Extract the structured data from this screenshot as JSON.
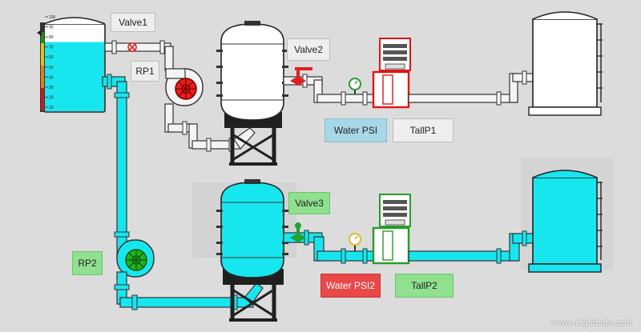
{
  "scale": {
    "ticks": [
      "100",
      "90",
      "80",
      "70",
      "60",
      "50",
      "40",
      "30",
      "20",
      "10"
    ],
    "level_percent": 80
  },
  "labels": {
    "valve1": "Valve1",
    "rp1": "RP1",
    "valve2": "Valve2",
    "water_psi": "Water PSI",
    "tallp1": "TallP1",
    "valve3": "Valve3",
    "rp2": "RP2",
    "water_psi2": "Water PSI2",
    "tallp2": "TallP2"
  },
  "watermark": "www.mfgrobots.com",
  "colors": {
    "water": "#18e6ee",
    "tank_empty": "#ffffff",
    "alarm": "#e01515",
    "ok": "#2a9a2a",
    "panel_bg": "#dcdcdc"
  }
}
